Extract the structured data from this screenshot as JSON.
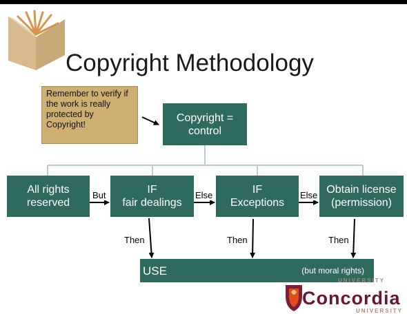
{
  "slide": {
    "title": "Copyright Methodology",
    "note": "Remember to verify if the work is really protected by Copyright!"
  },
  "diagram": {
    "root": "Copyright =\ncontrol",
    "options": [
      "All rights\nreserved",
      "IF\nfair dealings",
      "IF\nExceptions",
      "Obtain license\n(permission)"
    ],
    "transitions": [
      "But",
      "Else",
      "Else"
    ],
    "then_label": "Then",
    "outcome": "USE",
    "outcome_note": "(but moral rights)"
  },
  "logo": {
    "name": "Concordia",
    "top_text": "UNIVERSITY",
    "bottom_text": "UNIVERSITY"
  },
  "colors": {
    "box": "#2e6b5e",
    "note": "#cfae72",
    "accent": "#e24b1a",
    "logo_text": "#6b1630",
    "connector": "#b8ccd2"
  }
}
